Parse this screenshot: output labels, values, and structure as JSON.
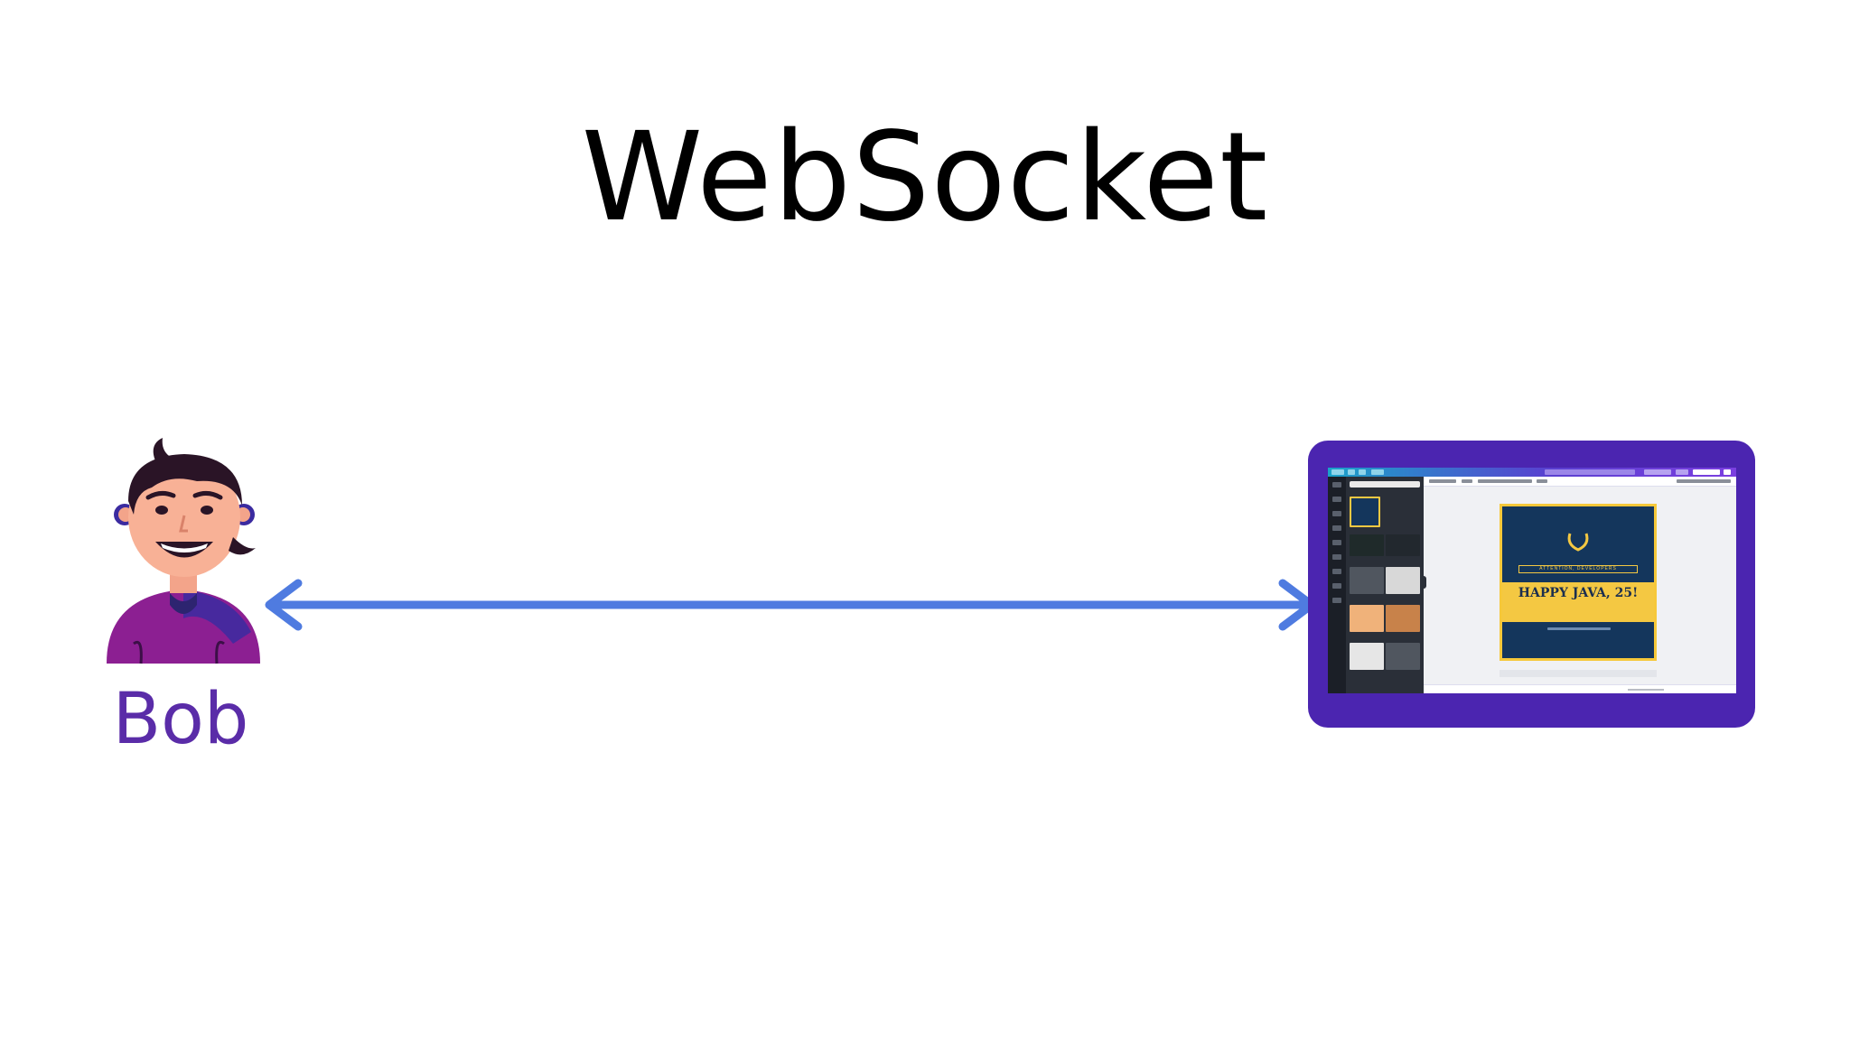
{
  "title": "WebSocket",
  "user": {
    "name": "Bob"
  },
  "colors": {
    "arrow": "#4f7be0",
    "device_frame": "#4b25b0",
    "user_label": "#5a2ca8"
  },
  "screen_ui": {
    "design_text": "HAPPY JAVA, 25!",
    "banner_text": "ATTENTION, DEVELOPERS"
  }
}
